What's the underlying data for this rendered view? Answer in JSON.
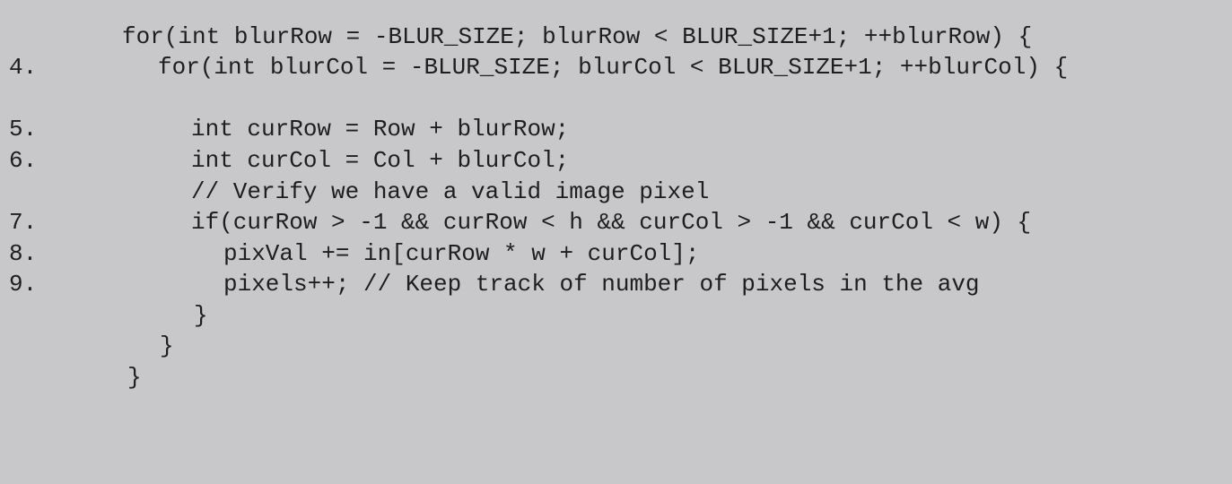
{
  "code": {
    "lines": [
      {
        "number": "",
        "text": "for(int blurRow = -BLUR_SIZE; blurRow < BLUR_SIZE+1; ++blurRow) {"
      },
      {
        "number": "4.",
        "text": "for(int blurCol = -BLUR_SIZE; blurCol < BLUR_SIZE+1; ++blurCol) {"
      },
      {
        "number": "5.",
        "text": "int curRow = Row + blurRow;"
      },
      {
        "number": "6.",
        "text": "int curCol = Col + blurCol;"
      },
      {
        "number": "",
        "text": "// Verify we have a valid image pixel"
      },
      {
        "number": "7.",
        "text": "if(curRow > -1 && curRow < h && curCol > -1 && curCol < w) {"
      },
      {
        "number": "8.",
        "text": "pixVal += in[curRow * w + curCol];"
      },
      {
        "number": "9.",
        "text": "pixels++; // Keep track of number of pixels in the avg"
      },
      {
        "number": "",
        "text": "}"
      },
      {
        "number": "",
        "text": "}"
      },
      {
        "number": "",
        "text": "}"
      }
    ]
  }
}
